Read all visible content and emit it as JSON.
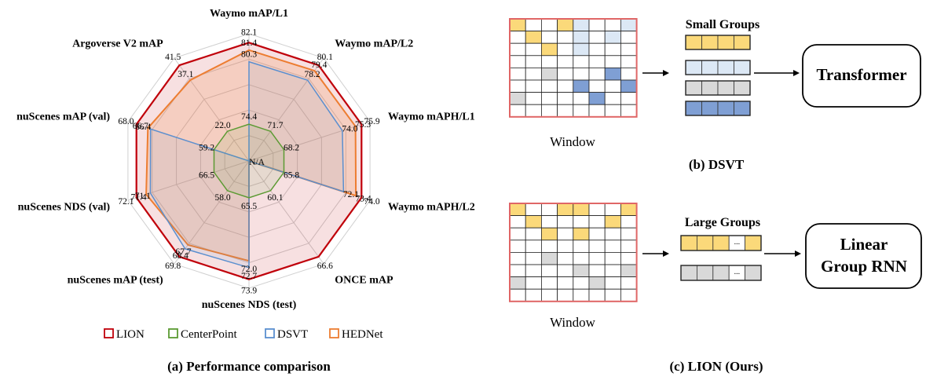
{
  "colors": {
    "lion": "#c0000a",
    "centerpoint": "#5b9a32",
    "dsvt": "#5b8fcf",
    "hednet": "#ed7d31",
    "yellow": "#fbd97a",
    "lightblue": "#dce8f5",
    "gray": "#d9d9d9",
    "blue": "#7f9fd4",
    "grid_border": "#e06666"
  },
  "center_label": "N/A",
  "axes": [
    {
      "name": "Waymo mAP/L1",
      "max_label": "82.1"
    },
    {
      "name": "Waymo mAP/L2",
      "max_label": "80.1"
    },
    {
      "name": "Waymo mAPH/L1",
      "max_label": "75.9"
    },
    {
      "name": "Waymo mAPH/L2",
      "max_label": "74.0"
    },
    {
      "name": "ONCE mAP",
      "max_label": "66.6"
    },
    {
      "name": "nuScenes NDS (test)",
      "max_label": "73.9"
    },
    {
      "name": "nuScenes mAP (test)",
      "max_label": "69.8"
    },
    {
      "name": "nuScenes NDS (val)",
      "max_label": "72.1"
    },
    {
      "name": "nuScenes mAP (val)",
      "max_label": "68.0"
    },
    {
      "name": "Argoverse V2 mAP",
      "max_label": "41.5"
    }
  ],
  "chart_data": {
    "type": "radar",
    "series": [
      {
        "name": "LION",
        "values": [
          82.1,
          80.1,
          75.9,
          74.0,
          66.6,
          73.9,
          69.8,
          72.1,
          68.0,
          41.5
        ],
        "labels": [
          "82.1",
          "80.1",
          "75.9",
          "74.0",
          "66.6",
          "73.9",
          "69.8",
          "72.1",
          "68.0",
          "41.5"
        ]
      },
      {
        "name": "CenterPoint",
        "values": [
          74.4,
          71.7,
          68.2,
          65.8,
          60.1,
          65.5,
          58.0,
          66.5,
          59.2,
          22.0
        ],
        "labels": [
          "74.4",
          "71.7",
          "68.2",
          "65.8",
          "60.1",
          "65.5",
          "58.0",
          "66.5",
          "59.2",
          "22.0"
        ]
      },
      {
        "name": "DSVT",
        "values": [
          80.3,
          78.2,
          74.0,
          72.1,
          null,
          72.7,
          68.4,
          71.1,
          66.4,
          null
        ],
        "labels": [
          "80.3",
          "78.2",
          "74.0",
          "72.1",
          "",
          "72.7",
          "68.4",
          "71.1",
          "66.4",
          ""
        ]
      },
      {
        "name": "HEDNet",
        "values": [
          81.4,
          79.4,
          75.3,
          73.4,
          null,
          72.0,
          67.7,
          71.4,
          66.7,
          37.1
        ],
        "labels": [
          "81.4",
          "79.4",
          "75.3",
          "73.4",
          "",
          "72.0",
          "67.7",
          "71.4",
          "66.7",
          "37.1"
        ]
      }
    ],
    "legend": [
      "LION",
      "CenterPoint",
      "DSVT",
      "HEDNet"
    ],
    "legend_position": "bottom",
    "title": "(a) Performance comparison"
  },
  "dsvt_panel": {
    "window_label": "Window",
    "groups_title": "Small Groups",
    "model_label": "Transformer",
    "caption": "(b) DSVT"
  },
  "lion_panel": {
    "window_label": "Window",
    "groups_title": "Large Groups",
    "model_label_line1": "Linear",
    "model_label_line2": "Group RNN",
    "ellipsis": "...",
    "caption": "(c) LION (Ours)"
  }
}
